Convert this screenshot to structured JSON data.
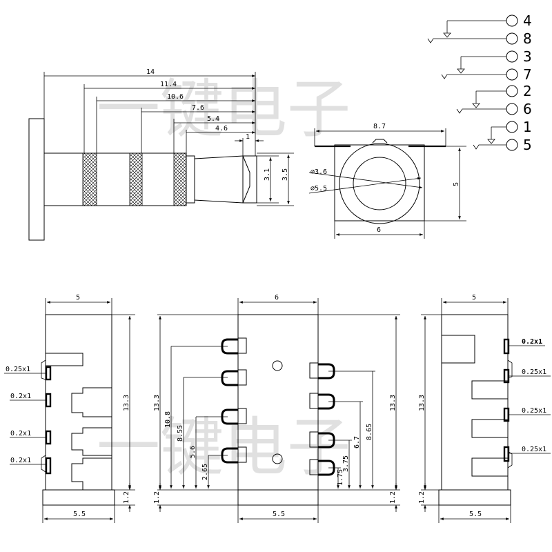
{
  "watermark": "一键电子",
  "pin_legend": [
    "4",
    "8",
    "3",
    "7",
    "2",
    "6",
    "1",
    "5"
  ],
  "side_view": {
    "dims": [
      "14",
      "11.4",
      "10.6",
      "7.6",
      "5.4",
      "4.6",
      "1"
    ],
    "dia_dims": [
      "3.1",
      "3.5"
    ]
  },
  "front_view": {
    "width_top": "8.7",
    "dia_inner": "⌀3.6",
    "dia_outer": "⌀5.5",
    "height": "5",
    "width_bottom": "6"
  },
  "left_view": {
    "top_width": "5",
    "height": "13.3",
    "base_height": "1.2",
    "base_width": "5.5",
    "pin_labels": [
      "0.25x1",
      "0.2x1",
      "0.2x1",
      "0.2x1"
    ]
  },
  "middle_view": {
    "top_width": "6",
    "height_left": "13.3",
    "height_right": "13.3",
    "left_dims": [
      "10.8",
      "8.55",
      "5.6",
      "2.65"
    ],
    "right_dims": [
      "8.65",
      "6.7",
      "3.75",
      "1.75"
    ],
    "base_left": "1.2",
    "base_right": "1.2",
    "base_width": "5.5"
  },
  "right_view": {
    "top_width": "5",
    "height": "13.3",
    "base_height": "1.2",
    "base_width": "5.5",
    "pin_labels": [
      "0.2x1",
      "0.25x1",
      "0.25x1",
      "0.25x1"
    ]
  }
}
